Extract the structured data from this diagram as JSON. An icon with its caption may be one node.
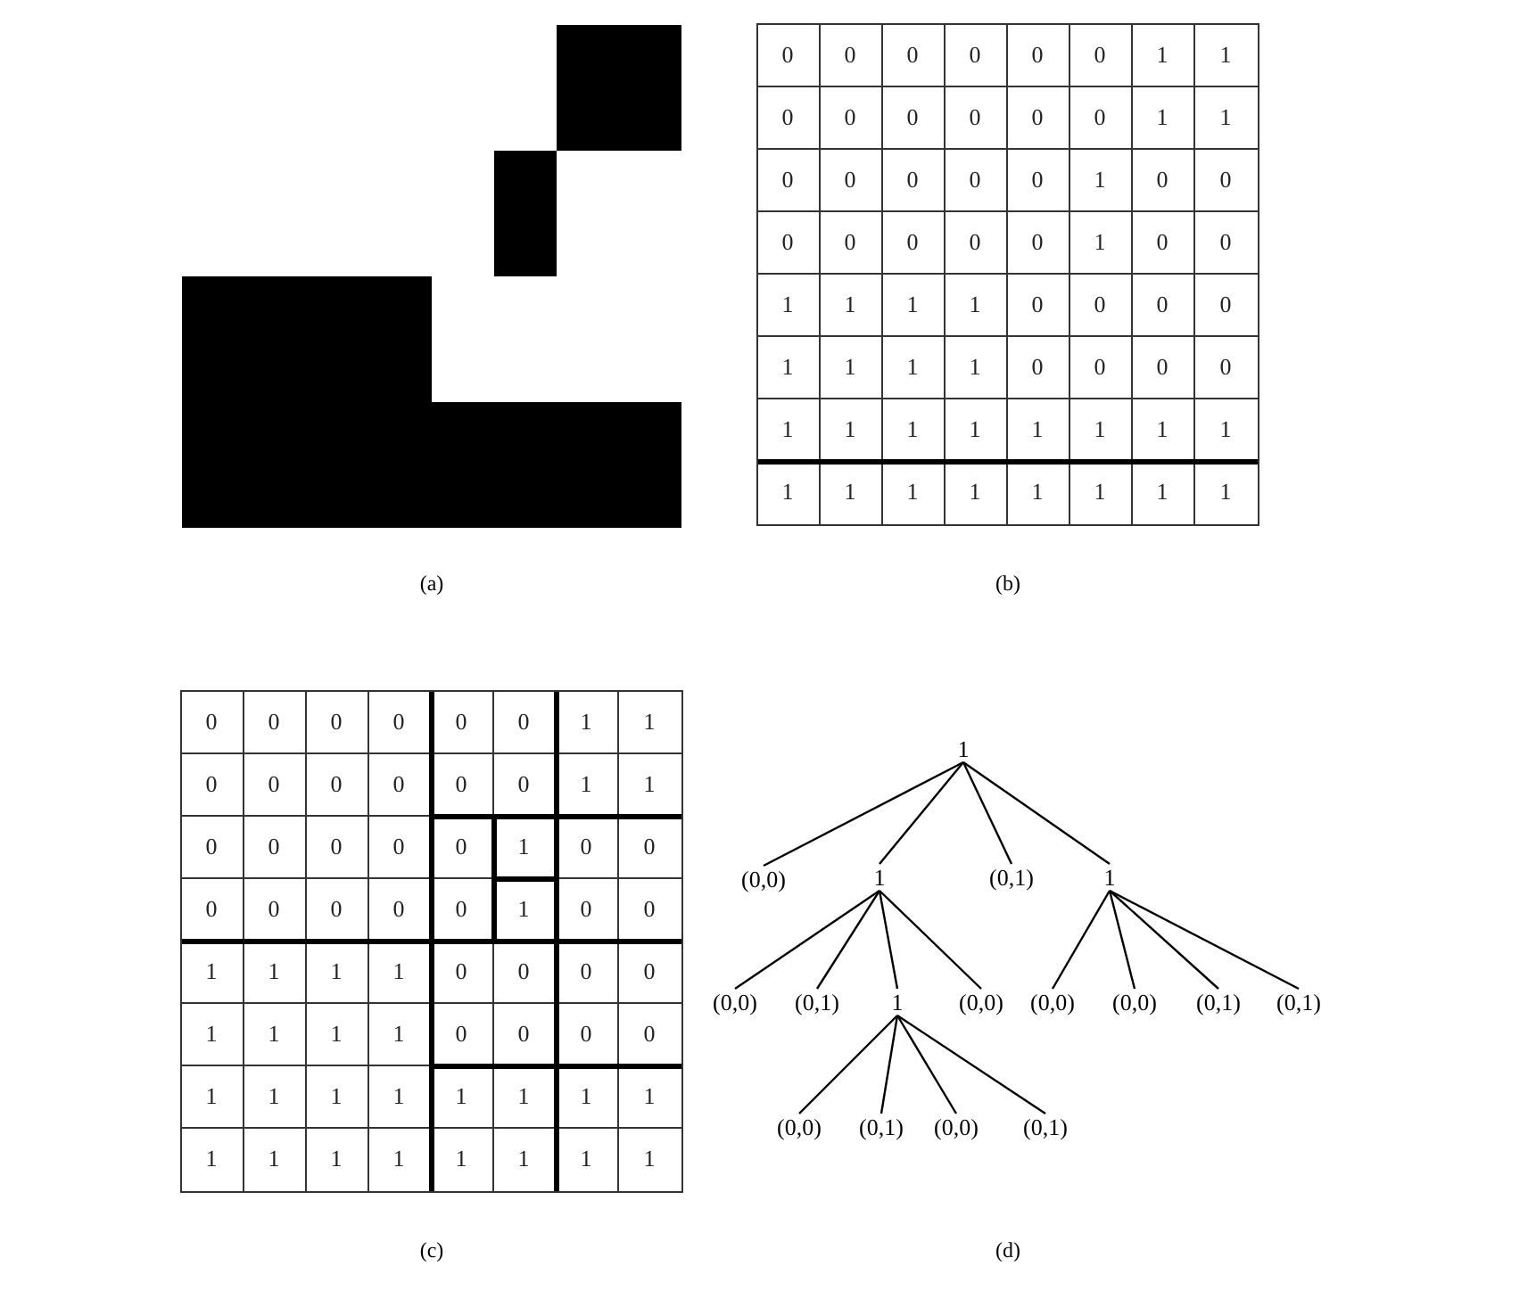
{
  "diagram": {
    "nodes": [
      {
        "text": [
          "1"
        ]
      },
      {
        "text": [
          "(0,0)"
        ]
      },
      {
        "text": [
          "1"
        ]
      },
      {
        "text": [
          "(0,1)"
        ]
      },
      {
        "text": [
          "1"
        ]
      },
      {
        "text": [
          "(0,0)"
        ]
      },
      {
        "text": [
          "(0,1)"
        ]
      },
      {
        "text": [
          "1"
        ]
      },
      {
        "text": [
          "(0,0)"
        ]
      },
      {
        "text": [
          "(0,0)"
        ]
      },
      {
        "text": [
          "(0,0)"
        ]
      },
      {
        "text": [
          "(0,1)"
        ]
      },
      {
        "text": [
          "(0,1)"
        ]
      },
      {
        "text": [
          "(0,0)"
        ]
      },
      {
        "text": [
          "(0,1)"
        ]
      },
      {
        "text": [
          "(0,0)"
        ]
      },
      {
        "text": [
          "(0,1)"
        ]
      }
    ],
    "edges": [
      {
        "from": 0,
        "to": 1,
        "arrow": "none"
      },
      {
        "from": 0,
        "to": 2,
        "arrow": "none"
      },
      {
        "from": 0,
        "to": 3,
        "arrow": "none"
      },
      {
        "from": 0,
        "to": 4,
        "arrow": "none"
      },
      {
        "from": 2,
        "to": 5,
        "arrow": "none"
      },
      {
        "from": 2,
        "to": 6,
        "arrow": "none"
      },
      {
        "from": 2,
        "to": 7,
        "arrow": "none"
      },
      {
        "from": 2,
        "to": 8,
        "arrow": "none"
      },
      {
        "from": 4,
        "to": 9,
        "arrow": "none"
      },
      {
        "from": 4,
        "to": 10,
        "arrow": "none"
      },
      {
        "from": 4,
        "to": 11,
        "arrow": "none"
      },
      {
        "from": 4,
        "to": 12,
        "arrow": "none"
      },
      {
        "from": 7,
        "to": 13,
        "arrow": "none"
      },
      {
        "from": 7,
        "to": 14,
        "arrow": "none"
      },
      {
        "from": 7,
        "to": 15,
        "arrow": "none"
      },
      {
        "from": 7,
        "to": 16,
        "arrow": "none"
      }
    ],
    "labels": [
      "0",
      "0",
      "0",
      "0",
      "0",
      "0",
      "1",
      "1",
      "0",
      "0",
      "0",
      "0",
      "0",
      "0",
      "1",
      "1",
      "0",
      "0",
      "0",
      "0",
      "0",
      "1",
      "0",
      "0",
      "0",
      "0",
      "0",
      "0",
      "0",
      "1",
      "0",
      "0",
      "1",
      "1",
      "1",
      "1",
      "0",
      "0",
      "0",
      "0",
      "1",
      "1",
      "1",
      "1",
      "0",
      "0",
      "0",
      "0",
      "1",
      "1",
      "1",
      "1",
      "1",
      "1",
      "1",
      "1",
      "1",
      "1",
      "1",
      "1",
      "1",
      "1",
      "1",
      "1",
      "(a)",
      "(b)",
      "0",
      "0",
      "0",
      "0",
      "0",
      "0",
      "1",
      "1",
      "0",
      "0",
      "0",
      "0",
      "0",
      "0",
      "1",
      "1",
      "0",
      "0",
      "0",
      "0",
      "0",
      "1",
      "0",
      "0",
      "0",
      "0",
      "0",
      "0",
      "0",
      "1",
      "0",
      "0",
      "1",
      "1",
      "1",
      "1",
      "0",
      "0",
      "0",
      "0",
      "1",
      "1",
      "1",
      "1",
      "0",
      "0",
      "0",
      "0",
      "1",
      "1",
      "1",
      "1",
      "1",
      "1",
      "1",
      "1",
      "1",
      "1",
      "1",
      "1",
      "1",
      "1",
      "1",
      "1",
      "(c)",
      "(d)"
    ]
  }
}
